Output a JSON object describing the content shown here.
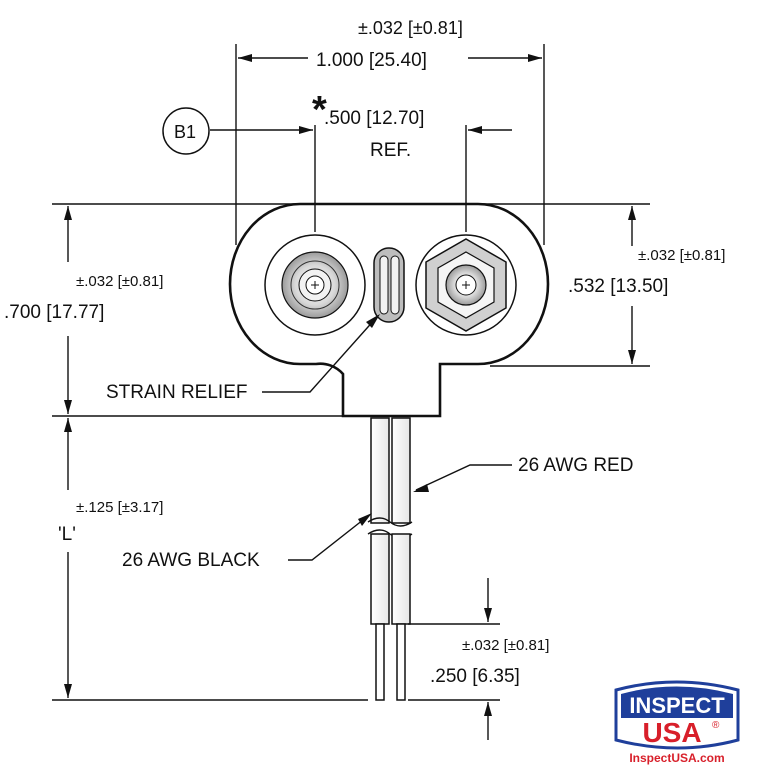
{
  "dimensions": {
    "width_tol": "±.032 [±0.81]",
    "width": "1.000  [25.40]",
    "ref_marker": "*",
    "ref_dist": ".500  [12.70]",
    "ref_label": "REF.",
    "height_tol": "±.032 [±0.81]",
    "height": ".700  [17.77]",
    "right_tol": "±.032 [±0.81]",
    "right_height": ".532  [13.50]",
    "lead_tol": "±.125 [±3.17]",
    "lead_length": "'L'",
    "strip_tol": "±.032 [±0.81]",
    "strip_length": ".250  [6.35]"
  },
  "callouts": {
    "balloon": "B1",
    "strain_relief": "STRAIN RELIEF",
    "red_wire": "26 AWG RED",
    "black_wire": "26 AWG BLACK"
  },
  "logo": {
    "line1": "INSPECT",
    "line2": "USA",
    "registered": "®",
    "url": "InspectUSA.com",
    "colors": {
      "blue": "#1f3f9b",
      "red": "#d81f2a",
      "white": "#ffffff"
    }
  }
}
